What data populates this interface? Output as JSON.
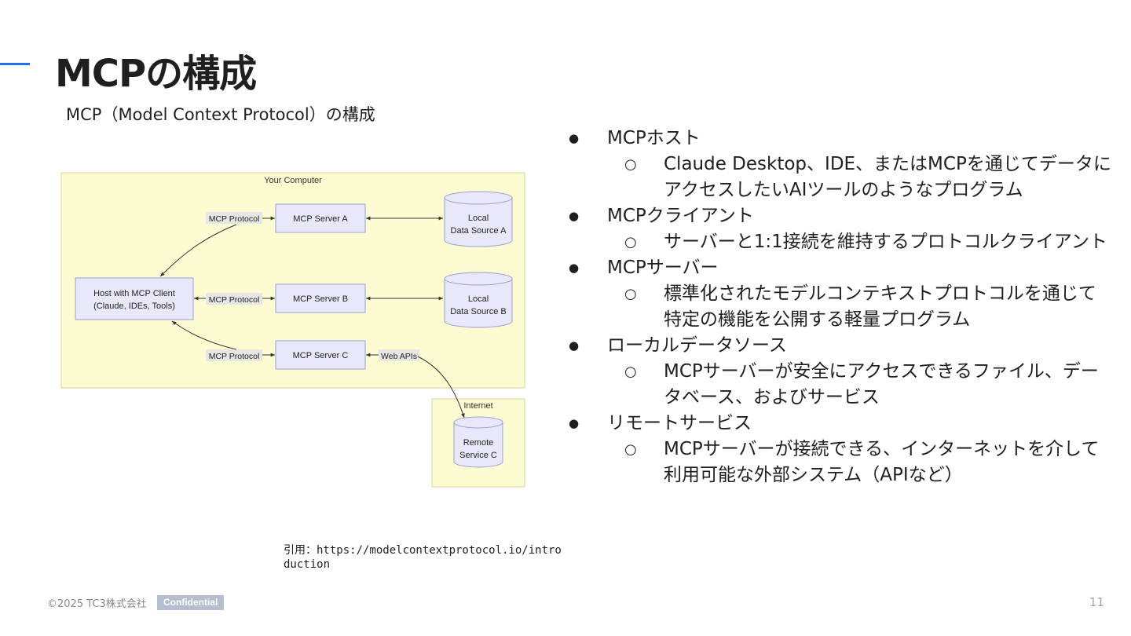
{
  "slide": {
    "title": "MCPの構成",
    "subtitle": "MCP（Model Context Protocol）の構成",
    "citation": "引用：https://modelcontextprotocol.io/introduction",
    "footer": {
      "copyright": "©2025 TC3株式会社",
      "badge": "Confidential",
      "page_number": "11"
    }
  },
  "diagram": {
    "computer_label": "Your Computer",
    "internet_label": "Internet",
    "host": {
      "line1": "Host with MCP Client",
      "line2": "(Claude, IDEs, Tools)"
    },
    "servers": [
      "MCP Server A",
      "MCP Server B",
      "MCP Server C"
    ],
    "protocol_labels": [
      "MCP Protocol",
      "MCP Protocol",
      "MCP Protocol"
    ],
    "web_apis": "Web APIs",
    "source_a": {
      "line1": "Local",
      "line2": "Data Source A"
    },
    "source_b": {
      "line1": "Local",
      "line2": "Data Source B"
    },
    "remote": {
      "line1": "Remote",
      "line2": "Service C"
    },
    "colors": {
      "computer_bg": "#fdfbd2",
      "box": "#e8e8fa",
      "box_border": "#9b9ed6"
    }
  },
  "bullets": [
    {
      "label": "MCPホスト",
      "sub": [
        "Claude Desktop、IDE、またはMCPを通じてデータにアクセスしたいAIツールのようなプログラム"
      ]
    },
    {
      "label": "MCPクライアント",
      "sub": [
        "サーバーと1:1接続を維持するプロトコルクライアント"
      ]
    },
    {
      "label": "MCPサーバー",
      "sub": [
        "標準化されたモデルコンテキストプロトコルを通じて特定の機能を公開する軽量プログラム"
      ]
    },
    {
      "label": "ローカルデータソース",
      "sub": [
        "MCPサーバーが安全にアクセスできるファイル、データベース、およびサービス"
      ]
    },
    {
      "label": "リモートサービス",
      "sub": [
        "MCPサーバーが接続できる、インターネットを介して利用可能な外部システム（APIなど）"
      ]
    }
  ]
}
